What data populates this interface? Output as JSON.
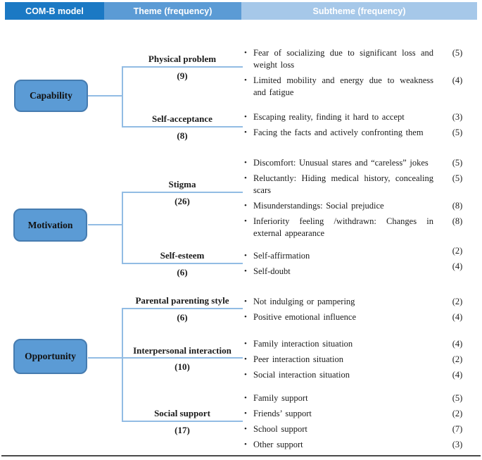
{
  "header": {
    "com_b": "COM-B model",
    "theme": "Theme (frequency)",
    "subtheme": "Subtheme (frequency)"
  },
  "colors": {
    "header_com_b_bg": "#1b79c4",
    "header_theme_bg": "#5b9bd5",
    "header_subtheme_bg": "#a6c8e9",
    "box_fill": "#5b9bd5",
    "box_border": "#467cb0",
    "connector_line": "#92bce4",
    "bottom_rule": "#4a4a4a",
    "text": "#1b1b1b"
  },
  "groups": [
    {
      "name": "Capability",
      "themes": [
        {
          "label": "Physical problem",
          "frequency": "(9)",
          "subthemes": [
            {
              "text": "Fear of socializing due to significant loss and weight loss",
              "frequency": "(5)"
            },
            {
              "text": "Limited mobility and energy due to weakness and fatigue",
              "frequency": "(4)"
            }
          ]
        },
        {
          "label": "Self-acceptance",
          "frequency": "(8)",
          "subthemes": [
            {
              "text": "Escaping reality, finding it hard to accept",
              "frequency": "(3)"
            },
            {
              "text": "Facing the facts and actively confronting them",
              "frequency": "(5)"
            }
          ]
        }
      ]
    },
    {
      "name": "Motivation",
      "themes": [
        {
          "label": "Stigma",
          "frequency": "(26)",
          "subthemes": [
            {
              "text": "Discomfort: Unusual stares and “careless” jokes",
              "frequency": "(5)"
            },
            {
              "text": "Reluctantly: Hiding medical history, concealing scars",
              "frequency": "(5)"
            },
            {
              "text": "Misunderstandings: Social prejudice",
              "frequency": "(8)"
            },
            {
              "text": "Inferiority feeling /withdrawn: Changes in external appearance",
              "frequency": "(8)"
            }
          ]
        },
        {
          "label": "Self-esteem",
          "frequency": "(6)",
          "subthemes": [
            {
              "text": "Self-affirmation",
              "frequency": "(2)"
            },
            {
              "text": "Self-doubt",
              "frequency": "(4)"
            }
          ]
        }
      ]
    },
    {
      "name": "Opportunity",
      "themes": [
        {
          "label": "Parental parenting style",
          "frequency": "(6)",
          "subthemes": [
            {
              "text": "Not indulging or pampering",
              "frequency": "(2)"
            },
            {
              "text": "Positive emotional influence",
              "frequency": "(4)"
            }
          ]
        },
        {
          "label": "Interpersonal interaction",
          "frequency": "(10)",
          "subthemes": [
            {
              "text": "Family interaction situation",
              "frequency": "(4)"
            },
            {
              "text": "Peer interaction situation",
              "frequency": "(2)"
            },
            {
              "text": "Social interaction situation",
              "frequency": "(4)"
            }
          ]
        },
        {
          "label": "Social support",
          "frequency": "(17)",
          "subthemes": [
            {
              "text": "Family support",
              "frequency": "(5)"
            },
            {
              "text": "Friends’ support",
              "frequency": "(2)"
            },
            {
              "text": "School support",
              "frequency": "(7)"
            },
            {
              "text": "Other support",
              "frequency": "(3)"
            }
          ]
        }
      ]
    }
  ],
  "icons": {
    "bullet": "•"
  }
}
